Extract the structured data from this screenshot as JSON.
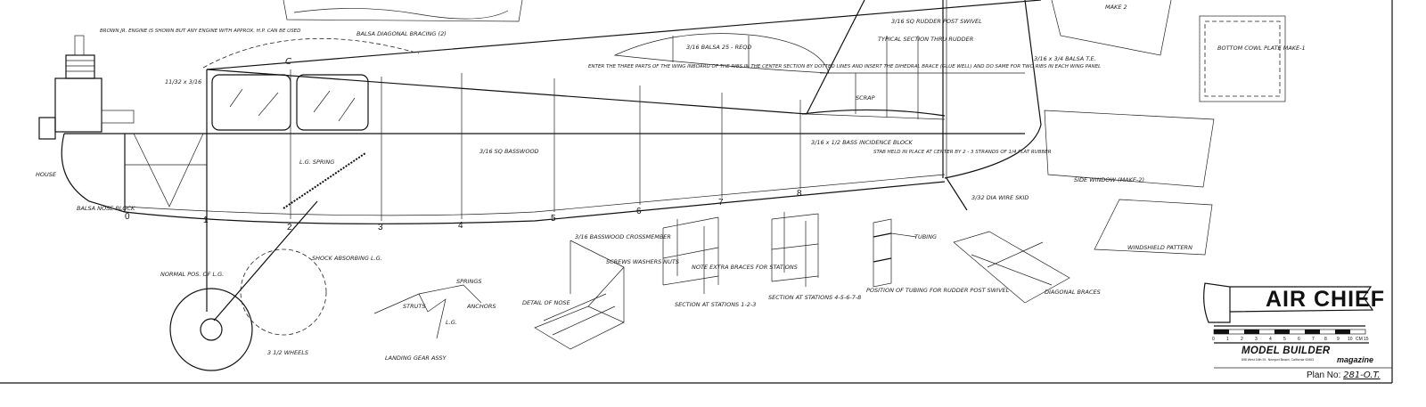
{
  "title_block": {
    "name": "AIR CHIEF",
    "publisher": "MODEL BUILDER",
    "publisher_sub": "magazine",
    "address": "898 West 16th St., Newport Beach, California 92663",
    "plan_label": "Plan No:",
    "plan_number": "281-O.T.",
    "scale_units": [
      "0",
      "1",
      "2",
      "3",
      "4",
      "5",
      "6",
      "7",
      "8",
      "9",
      "10",
      "CM",
      "15"
    ]
  },
  "station_numbers": [
    "0",
    "1",
    "2",
    "3",
    "4",
    "5",
    "6",
    "7",
    "8"
  ],
  "notes": {
    "engine": "BROWN JR. ENGINE IS SHOWN BUT ANY ENGINE WITH APPROX. H.P. CAN BE USED",
    "cowl_ratio": "11/32 x 3/16",
    "cl_mark": "C",
    "wing_instructions": "ENTER THE THREE PARTS OF THE WING INBOARD OF THE RIBS IN THE CENTER SECTION BY DOTTED LINES AND INSERT THE DIHEDRAL BRACE (GLUE WELL) AND DO SAME FOR TWO RIBS IN EACH WING PANEL",
    "rib_label": "3/16 BALSA 25 - REQD",
    "diagonal_bracing": "BALSA DIAGONAL BRACING (2)",
    "typical_section": "TYPICAL SECTION THRU RUDDER",
    "rudder_post": "3/16 SQ RUDDER POST SWIVEL",
    "balsa_te": "3/16 x 3/4 BALSA T.E.",
    "bottom_cowl": "BOTTOM COWL PLATE MAKE-1",
    "incidence_block": "3/16 x 1/2 BASS INCIDENCE BLOCK",
    "stab_note": "STAB HELD IN PLACE AT CENTER BY 2 - 3 STRANDS OF 1/4 FLAT RUBBER",
    "longeron": "3/16 SQ BASSWOOD",
    "spring": "L.G. SPRING",
    "nose_block": "BALSA NOSE BLOCK",
    "shock": "SHOCK ABSORBING L.G.",
    "normal_lg": "NORMAL POS. OF L.G.",
    "wheels": "3 1/2 WHEELS",
    "landing_gear": "LANDING GEAR ASSY",
    "side_window": "SIDE WINDOW (MAKE-2)",
    "windshield": "WINDSHIELD PATTERN",
    "detail_nose": "DETAIL OF NOSE",
    "section_123": "SECTION AT STATIONS 1-2-3",
    "section_45678": "SECTION AT STATIONS 4-5-6-7-8",
    "extra_braces": "NOTE EXTRA BRACES FOR STATIONS",
    "tubing": "TUBING",
    "position_tubing": "POSITION OF TUBING FOR RUDDER POST SWIVEL",
    "diagonal_braces": "DIAGONAL BRACES",
    "basswood_crossmember": "3/16 BASSWOOD CROSSMEMBER",
    "screws_washers": "SCREWS WASHERS NUTS",
    "springs": "SPRINGS",
    "struts": "STRUTS",
    "anchors": "ANCHORS",
    "lg_small": "L.G.",
    "cowl": "HOUSE",
    "scrap": "SCRAP",
    "make2": "MAKE 2",
    "tail_skid": "3/32 DIA WIRE SKID"
  }
}
